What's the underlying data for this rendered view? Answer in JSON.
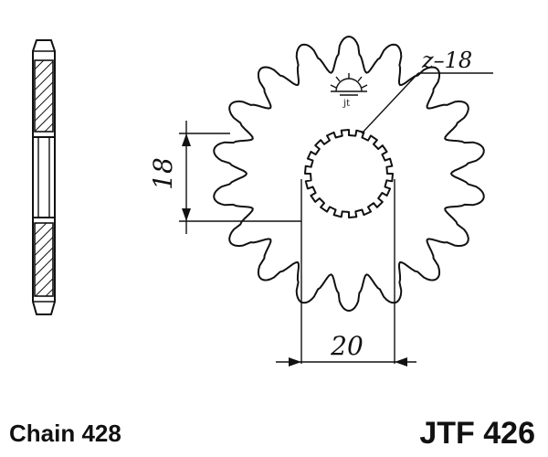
{
  "diagram": {
    "teeth_label": "z–18",
    "height_dimension": "18",
    "width_dimension": "20",
    "logo_mark": "jt",
    "chain_label": "Chain 428",
    "part_number": "JTF 426"
  },
  "colors": {
    "ink": "#111111",
    "background": "#ffffff"
  }
}
